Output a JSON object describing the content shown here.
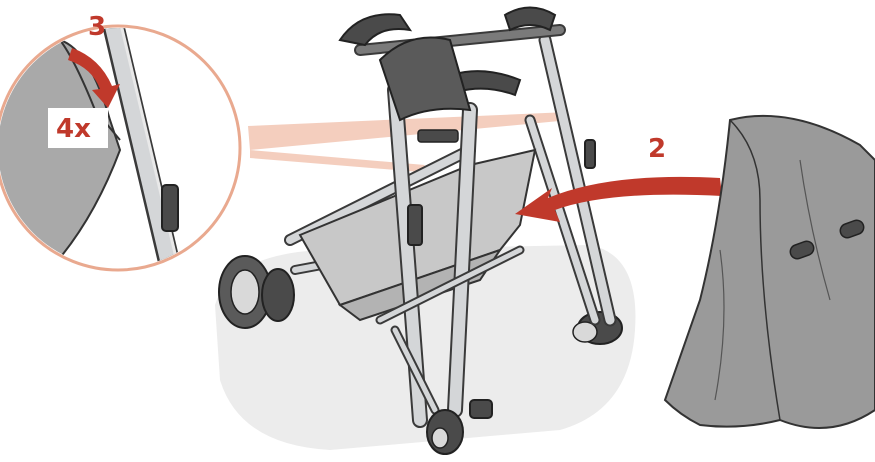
{
  "steps": {
    "step3": "3",
    "step3_count": "4x",
    "step2": "2"
  },
  "colors": {
    "accent": "#c0392b",
    "frame_silver": "#d4d6d8",
    "frame_outline": "#3a3a3a",
    "fabric_gray": "#9a9a9a",
    "dark_plastic": "#4a4a4a",
    "zoom_ray": "#e9a98f",
    "floor_shadow": "#ececec"
  },
  "icons": {
    "step3_arrow": "curved-arrow-down-icon",
    "step2_arrow": "curved-arrow-left-icon"
  }
}
